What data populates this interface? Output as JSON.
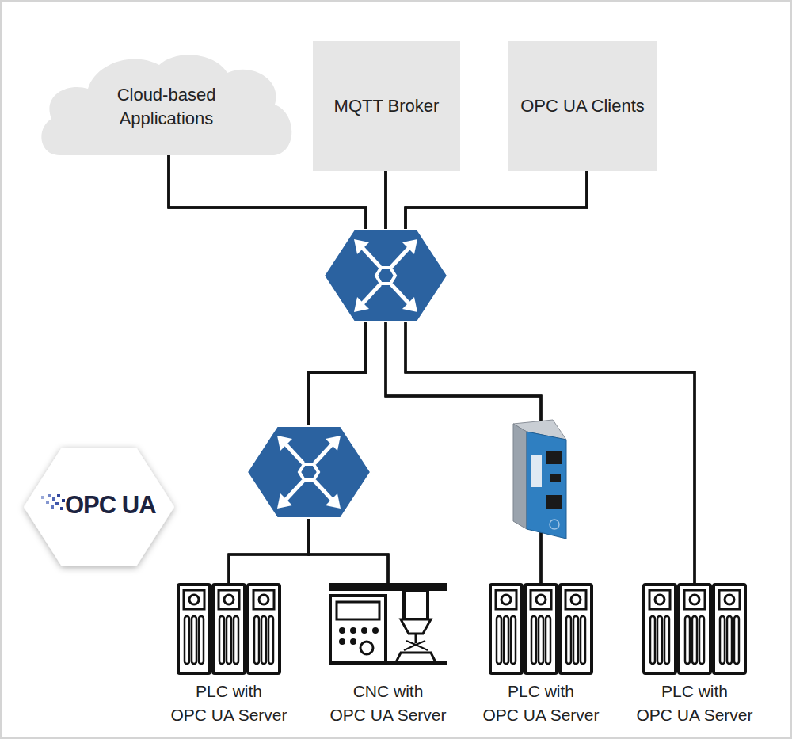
{
  "diagram": {
    "nodes": [
      {
        "text": [
          "Cloud-based Applications"
        ]
      },
      {
        "text": [
          "MQTT Broker"
        ]
      },
      {
        "text": [
          "OPC UA Clients"
        ]
      },
      {
        "text": [
          "PLC with OPC UA Server"
        ]
      },
      {
        "text": [
          "CNC with OPC UA Server"
        ]
      },
      {
        "text": [
          "PLC with OPC UA Server"
        ]
      },
      {
        "text": [
          "PLC with OPC UA Server"
        ]
      }
    ],
    "edges": [
      {
        "from": 0,
        "to": 3,
        "arrow": "none"
      },
      {
        "from": 0,
        "to": 4,
        "arrow": "none"
      },
      {
        "from": 0,
        "to": 5,
        "arrow": "none"
      },
      {
        "from": 0,
        "to": 6,
        "arrow": "none"
      },
      {
        "from": 1,
        "to": 3,
        "arrow": "none"
      },
      {
        "from": 1,
        "to": 4,
        "arrow": "none"
      },
      {
        "from": 1,
        "to": 5,
        "arrow": "none"
      },
      {
        "from": 1,
        "to": 6,
        "arrow": "none"
      },
      {
        "from": 2,
        "to": 3,
        "arrow": "none"
      },
      {
        "from": 2,
        "to": 4,
        "arrow": "none"
      },
      {
        "from": 2,
        "to": 5,
        "arrow": "none"
      },
      {
        "from": 2,
        "to": 6,
        "arrow": "none"
      }
    ],
    "labels": [
      "OPC UA"
    ]
  }
}
